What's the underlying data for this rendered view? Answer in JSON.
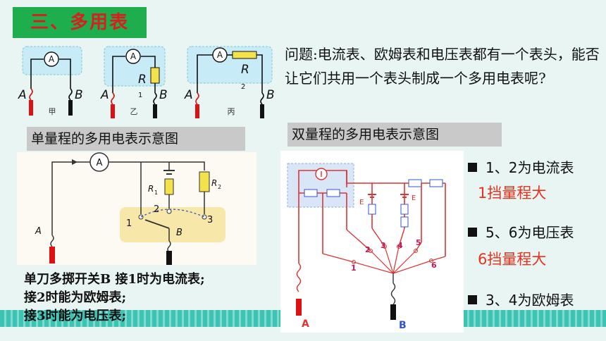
{
  "title": "三、多用表",
  "question": "问题:电流表、欧姆表和电压表都有一个表头，能否让它们共用一个表头制成一个多用电表呢?",
  "top_diagrams": [
    {
      "label": "甲",
      "meter": "A",
      "left": "A",
      "right": "B"
    },
    {
      "label": "乙",
      "meter": "A",
      "resistor": "R",
      "sub": "1",
      "left": "A",
      "right": "B"
    },
    {
      "label": "丙",
      "meter": "A",
      "resistor": "R",
      "sub": "2",
      "left": "A",
      "right": "B"
    }
  ],
  "caption_single": "单量程的多用电表示意图",
  "caption_double": "双量程的多用电表示意图",
  "single_diagram": {
    "meter": "A",
    "r1": "R",
    "r1_sub": "1",
    "r2": "R",
    "r2_sub": "2",
    "p1": "1",
    "p2": "2",
    "p3": "3",
    "a": "A",
    "b": "B"
  },
  "double_diagram": {
    "e1": "E",
    "e2": "E",
    "a": "A",
    "b": "B",
    "n1": "1",
    "n2": "2",
    "n3": "3",
    "n4": "4",
    "n5": "5",
    "n6": "6"
  },
  "note_lines": [
    "单刀多掷开关B 接1时为电流表;",
    "接2时能为欧姆表;",
    "接3时能为电压表;"
  ],
  "bullets": [
    {
      "text": "1、2为电流表",
      "sub": "1挡量程大"
    },
    {
      "text": "5、6为电压表",
      "sub": "6挡量程大"
    },
    {
      "text": "3、4为欧姆表",
      "sub": ""
    }
  ],
  "colors": {
    "title_bg": "#1fae4e",
    "title_text": "#d81f1f",
    "accent_red": "#e8321e",
    "stripe": "#3cc3b4"
  }
}
